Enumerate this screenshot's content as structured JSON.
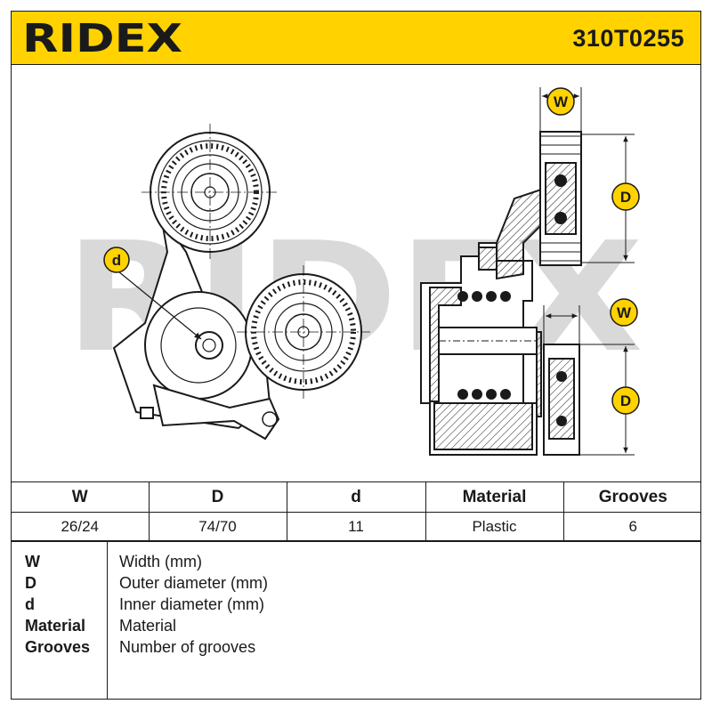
{
  "header": {
    "brand": "RIDEX",
    "part_number": "310T0255"
  },
  "drawing": {
    "labels": {
      "width": "W",
      "diameter": "D",
      "inner_diameter": "d"
    },
    "watermark": "RIDEX",
    "colors": {
      "accent": "#ffd200",
      "line": "#1a1a1a",
      "watermark": "#d9d9d9"
    }
  },
  "table": {
    "headers": [
      "W",
      "D",
      "d",
      "Material",
      "Grooves"
    ],
    "values": [
      "26/24",
      "74/70",
      "11",
      "Plastic",
      "6"
    ]
  },
  "legend": {
    "items": [
      {
        "key": "W",
        "desc": "Width (mm)"
      },
      {
        "key": "D",
        "desc": "Outer diameter (mm)"
      },
      {
        "key": "d",
        "desc": "Inner diameter (mm)"
      },
      {
        "key": "Material",
        "desc": "Material"
      },
      {
        "key": "Grooves",
        "desc": "Number of grooves"
      }
    ]
  }
}
